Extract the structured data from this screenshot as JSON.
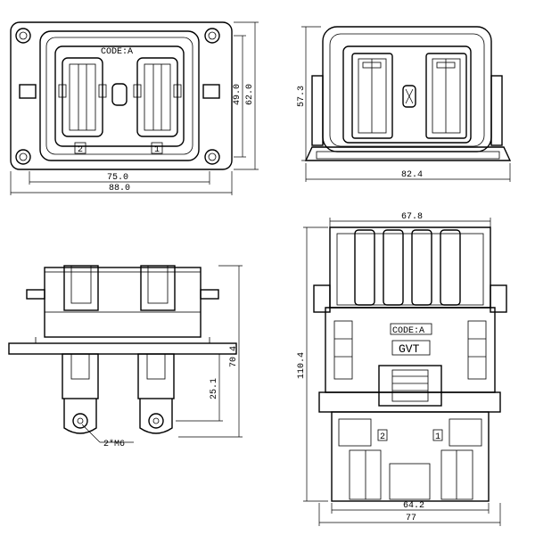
{
  "dimensions": {
    "top_left_width_inner": "75.0",
    "top_left_width_outer": "88.0",
    "top_left_height_inner": "49.0",
    "top_left_height_outer": "62.0",
    "top_right_height": "57.3",
    "top_right_width": "82.4",
    "bottom_left_height": "70.4",
    "bottom_left_terminal": "25.1",
    "bottom_left_bolt": "2*M6",
    "bottom_right_width_top": "67.8",
    "bottom_right_height": "110.4",
    "bottom_right_width_inner": "64.2",
    "bottom_right_width_outer": "77"
  },
  "labels": {
    "code_top": "CODE:A",
    "slot_2": "2",
    "slot_1": "1",
    "code_bottom": "CODE:A",
    "brand": "GVT"
  }
}
